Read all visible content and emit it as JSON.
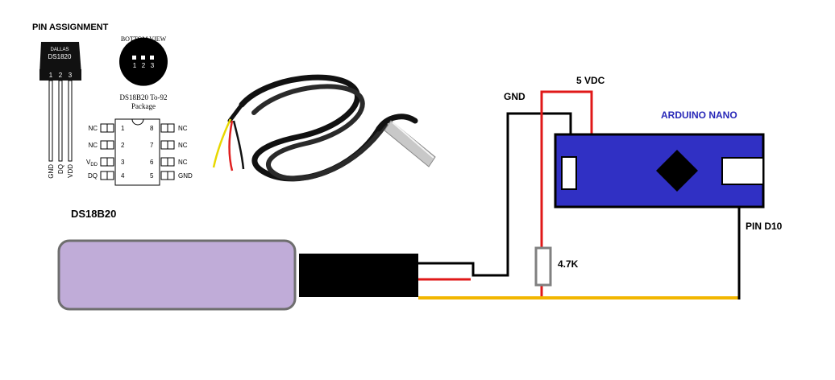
{
  "pin_assignment": {
    "title": "PIN ASSIGNMENT",
    "chip_brand": "DALLAS",
    "chip_part": "DS1820",
    "pin_numbers": [
      "1",
      "2",
      "3"
    ],
    "pin_names": [
      "GND",
      "DQ",
      "VDD"
    ]
  },
  "bottom_view": {
    "title": "BOTTOM VIEW",
    "pins": [
      "1",
      "2",
      "3"
    ],
    "package_line1": "DS18B20 To-92",
    "package_line2": "Package"
  },
  "soic": {
    "left": [
      {
        "name": "NC",
        "num": "1"
      },
      {
        "name": "NC",
        "num": "2"
      },
      {
        "name": "V",
        "sub": "DD",
        "num": "3"
      },
      {
        "name": "DQ",
        "num": "4"
      }
    ],
    "right": [
      {
        "num": "8",
        "name": "NC"
      },
      {
        "num": "7",
        "name": "NC"
      },
      {
        "num": "6",
        "name": "NC"
      },
      {
        "num": "5",
        "name": "GND"
      }
    ]
  },
  "sensor_label": "DS18B20",
  "labels": {
    "gnd": "GND",
    "vdc": "5 VDC",
    "arduino": "ARDUINO NANO",
    "pin": "PIN D10",
    "resistor": "4.7K"
  },
  "colors": {
    "probe": "#c0acd8",
    "probe_border": "#6e6e6e",
    "arduino": "#3030c4",
    "arduino_label": "#2828b8",
    "red": "#e01818",
    "black": "#000000",
    "yellow": "#f2b600",
    "resistor": "#808080"
  }
}
